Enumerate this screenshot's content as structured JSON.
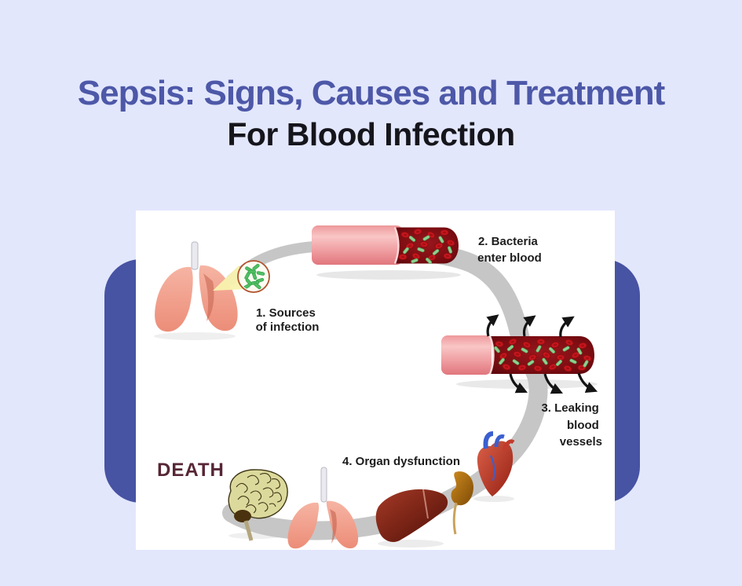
{
  "header": {
    "title": "Sepsis: Signs, Causes and Treatment",
    "subtitle": "For Blood Infection"
  },
  "steps": {
    "step1": {
      "line1": "1. Sources",
      "line2": "of infection"
    },
    "step2": {
      "line1": "2. Bacteria",
      "line2": "enter blood"
    },
    "step3": {
      "line1": "3. Leaking",
      "line2": "blood",
      "line3": "vessels"
    },
    "step4": {
      "line1": "4. Organ dysfunction"
    }
  },
  "outcome": {
    "death_label": "DEATH"
  },
  "colors": {
    "page_background": "#e3e7fc",
    "title_blue": "#4d58a8",
    "subtitle_black": "#15151c",
    "accent_panel": "#4753a3",
    "panel_background": "#ffffff",
    "flow_band": "#c6c6c6",
    "vessel_pink": "#f2989b",
    "vessel_interior": "#7c0d12",
    "blood_cell_red": "#c9161c",
    "bacteria_green": "#8fd18f",
    "label_text": "#1d1d1d",
    "death_maroon": "#572634"
  }
}
